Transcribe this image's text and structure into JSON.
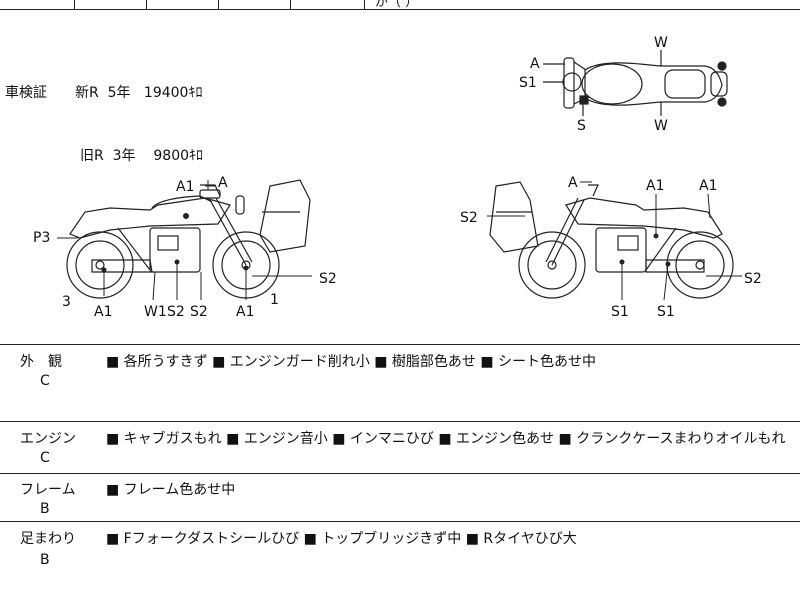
{
  "top_fragment": "が（ ）",
  "inspection": {
    "label": "車検証",
    "rows": [
      {
        "type": "新R",
        "years": "5年",
        "price": "19400ｷﾛ"
      },
      {
        "type": "旧R",
        "years": "3年",
        "price": "9800ｷﾛ"
      }
    ]
  },
  "diagram_labels": {
    "top_view": {
      "a": "A",
      "s1": "S1",
      "s": "S",
      "w_top": "W",
      "w_bottom": "W"
    },
    "left_view": {
      "a1_top": "A1",
      "a_top": "A",
      "p3": "P3",
      "s2_right": "S2",
      "three": "3",
      "one": "1",
      "a1_bottom_left": "A1",
      "w1": "W1",
      "s2_a": "S2",
      "s2_b": "S2",
      "a1_bottom_right": "A1"
    },
    "right_view": {
      "a_top": "A",
      "a1_mid": "A1",
      "a1_right": "A1",
      "s2_left": "S2",
      "s2_right": "S2",
      "s1_left": "S1",
      "s1_right": "S1"
    }
  },
  "sections": [
    {
      "title": "外　観",
      "grade": "C",
      "items": "■ 各所うすきず ■ エンジンガード削れ小 ■ 樹脂部色あせ ■ シート色あせ中"
    },
    {
      "title": "エンジン",
      "grade": "C",
      "items": "■ キャブガスもれ ■ エンジン音小 ■ インマニひび ■ エンジン色あせ ■ クランクケースまわりオイルもれ"
    },
    {
      "title": "フレーム",
      "grade": "B",
      "items": "■ フレーム色あせ中"
    },
    {
      "title": "足まわり",
      "grade": "B",
      "items": "■ Fフォークダストシールひび ■ トップブリッジきず中 ■ Rタイヤひび大"
    }
  ]
}
